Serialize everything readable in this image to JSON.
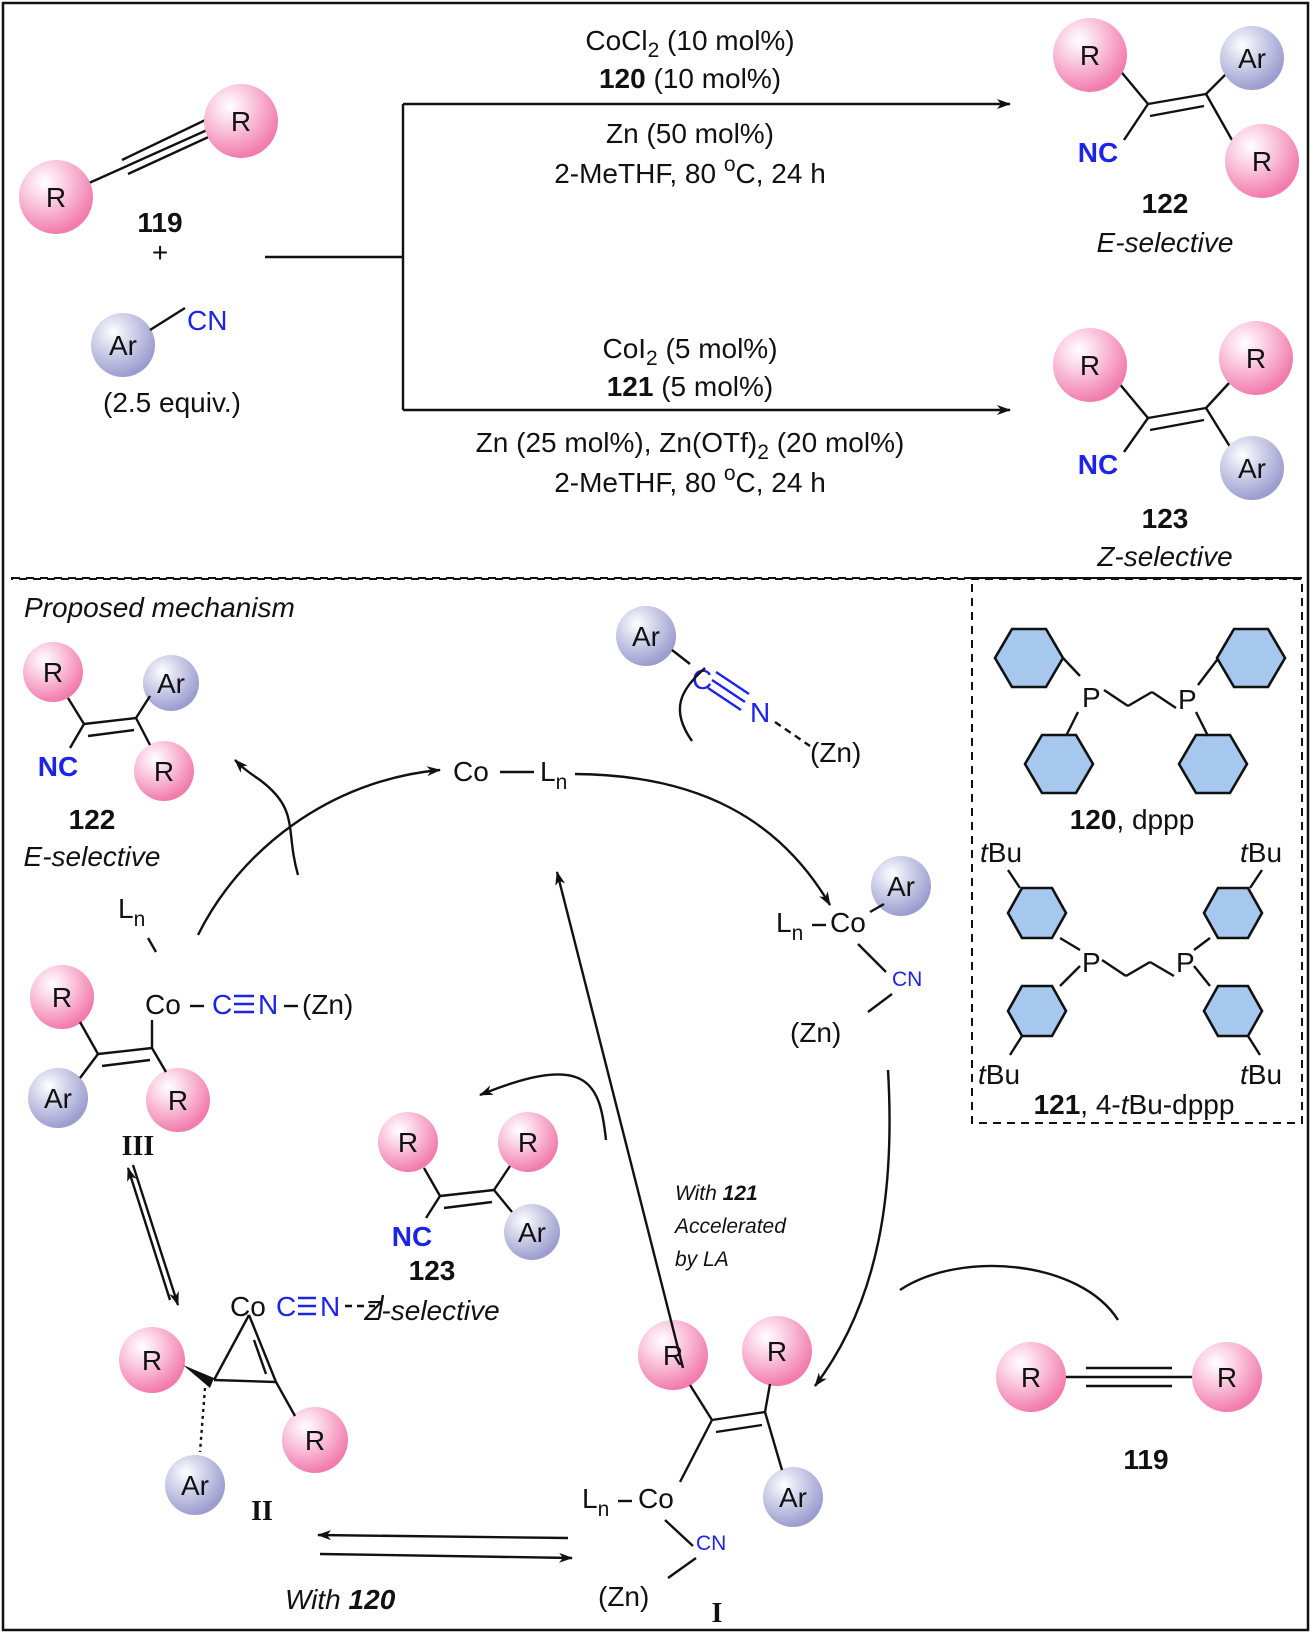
{
  "colors": {
    "r_ball": "#f27cad",
    "ar_ball": "#9c9dcf",
    "nitrile": "#1c24e6",
    "ligand_ring": "#a6c8ee",
    "line": "#111111"
  },
  "top": {
    "alkyne_label": "119",
    "plus": "+",
    "nitrile_equiv": "(2.5 equiv.)",
    "cn": "CN",
    "upper_conditions": {
      "cat_prefix": "CoCl",
      "cat_sub": "2",
      "cat_suffix": " (10 mol%)",
      "ligand_num": "120",
      "ligand_load": " (10 mol%)",
      "reductant": "Zn (50 mol%)",
      "solvent_prefix": "2-MeTHF, 80 ",
      "solvent_sup": "o",
      "solvent_suffix": "C, 24 h"
    },
    "lower_conditions": {
      "cat_prefix": "CoI",
      "cat_sub": "2",
      "cat_suffix": " (5 mol%)",
      "ligand_num": "121",
      "ligand_load": " (5 mol%)",
      "additive_prefix": "Zn (25 mol%), Zn(OTf)",
      "additive_sub": "2",
      "additive_suffix": " (20 mol%)",
      "solvent_prefix": "2-MeTHF, 80 ",
      "solvent_sup": "o",
      "solvent_suffix": "C, 24 h"
    },
    "product_e": {
      "number": "122",
      "label": "E-selective",
      "nc": "NC"
    },
    "product_z": {
      "number": "123",
      "label": "Z-selective",
      "nc": "NC"
    }
  },
  "mechanism": {
    "title": "Proposed mechanism",
    "co": "Co",
    "ln_main": "L",
    "ln_sub": "n",
    "nitrile_c": "C",
    "nitrile_n": "N",
    "zn": "(Zn)",
    "cn": "CN",
    "nc": "NC",
    "int_I": "I",
    "int_II": "II",
    "int_III": "III",
    "alkyne_label": "119",
    "product_e": {
      "number": "122",
      "label": "E-selective"
    },
    "product_z": {
      "number": "123",
      "label": "Z-selective"
    },
    "path_121": {
      "line1_prefix": "With ",
      "line1_num": "121",
      "line2": "Accelerated",
      "line3": "by LA"
    },
    "path_120": {
      "prefix": "With ",
      "num": "120"
    }
  },
  "ligands": {
    "dppp": {
      "number": "120",
      "name": ", dppp"
    },
    "tbu_dppp": {
      "number": "121",
      "name_prefix": ", 4-",
      "name_t": "t",
      "name_suffix": "Bu-dppp"
    },
    "tbu_t": "t",
    "tbu_bu": "Bu",
    "p": "P"
  },
  "balls": {
    "r": "R",
    "ar": "Ar"
  }
}
